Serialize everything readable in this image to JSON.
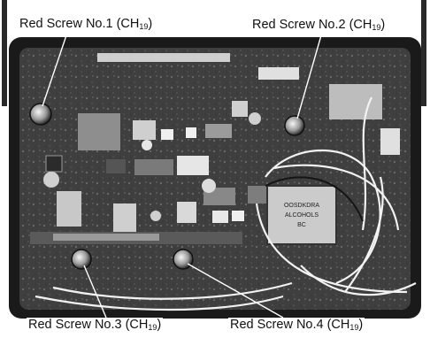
{
  "labels": {
    "screw1": {
      "text": "Red Screw No.1 (CH",
      "sub": "19",
      "close": ")"
    },
    "screw2": {
      "text": "Red Screw No.2 (CH",
      "sub": "19",
      "close": ")"
    },
    "screw3": {
      "text": "Red Screw No.3 (CH",
      "sub": "19",
      "close": ")"
    },
    "screw4": {
      "text": "Red Screw No.4 (CH",
      "sub": "19",
      "close": ")"
    }
  },
  "module_label": {
    "line1": "OOSDKDRA",
    "line2": "ALCOHOLS",
    "line3": "BC"
  },
  "colors": {
    "background": "#ffffff",
    "board": "#3f3f3f",
    "frame": "#1a1a1a",
    "wire": "#f2f2f2",
    "component": "#d9d9d9"
  },
  "icon_names": [
    "screw-icon",
    "circuit-board",
    "leader-line"
  ]
}
